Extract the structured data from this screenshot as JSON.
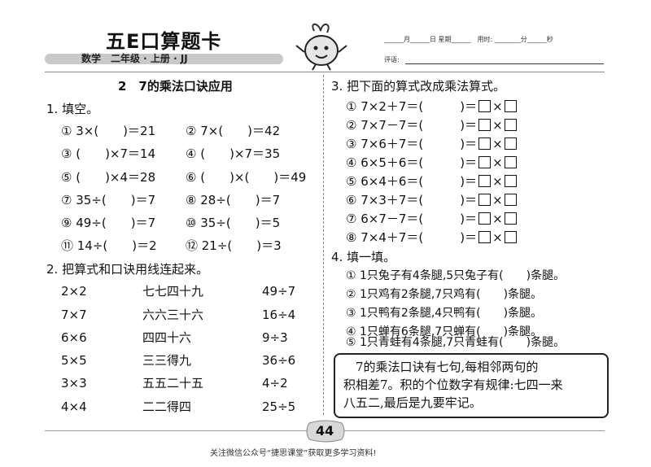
{
  "header": {
    "title": "五E口算题卡",
    "subject_line": "数学　二年级 · 上册 · JJ",
    "date_fields": "______月______日 星期______　用时: ________分______秒",
    "comment_label": "评语:"
  },
  "left": {
    "lesson_title": "2　7的乘法口诀应用",
    "q1_title": "1. 填空。",
    "q1_items": [
      [
        "① 3×(　　)＝21",
        "② 7×(　　)＝42"
      ],
      [
        "③ (　　)×7＝14",
        "④ (　　)×7＝35"
      ],
      [
        "⑤ (　　)×4＝28",
        "⑥ (　　)×(　　)＝49"
      ],
      [
        "⑦ 35÷(　　)＝7",
        "⑧ 28÷(　　)＝7"
      ],
      [
        "⑨ 49÷(　　)＝7",
        "⑩ 35÷(　　)＝5"
      ],
      [
        "⑪ 14÷(　　)＝2",
        "⑫ 21÷(　　)＝3"
      ]
    ],
    "q2_title": "2. 把算式和口诀用线连起来。",
    "q2_rows": [
      [
        "2×2",
        "七七四十九",
        "49÷7"
      ],
      [
        "7×7",
        "六六三十六",
        "16÷4"
      ],
      [
        "6×6",
        "四四十六",
        "9÷3"
      ],
      [
        "5×5",
        "三三得九",
        "36÷6"
      ],
      [
        "3×3",
        "五五二十五",
        "4÷2"
      ],
      [
        "4×4",
        "二二得四",
        "25÷5"
      ]
    ]
  },
  "right": {
    "q3_title": "3. 把下面的算式改成乘法算式。",
    "q3_items": [
      "① 7×2＋7＝(　　　)＝",
      "② 7×7－7＝(　　　)＝",
      "③ 7×6＋7＝(　　　)＝",
      "④ 6×5＋6＝(　　　)＝",
      "⑤ 6×4＋6＝(　　　)＝",
      "⑥ 7×3＋7＝(　　　)＝",
      "⑦ 6×7－7＝(　　　)＝",
      "⑧ 7×4＋7＝(　　　)＝"
    ],
    "q3_times": "×",
    "q4_title": "4. 填一填。",
    "q4_items": [
      "① 1只兔子有4条腿,5只兔子有(　　)条腿。",
      "② 1只鸡有2条腿,7只鸡有(　　)条腿。",
      "③ 1只鸭有2条腿,4只鸭有(　　)条腿。",
      "④ 1只蝉有6条腿,7只蝉有(　　)条腿。",
      "⑤ 1只青蛙有4条腿,7只青蛙有(　　)条腿。"
    ],
    "note_lines": [
      "　7的乘法口诀有七句,每相邻两句的",
      "积相差7。积的个位数字有规律:七四一来",
      "八五二,最后是九要牢记。"
    ]
  },
  "footer": {
    "page_number": "44",
    "notice": "关注微信公众号“捷思课堂”获取更多学习资料!"
  }
}
